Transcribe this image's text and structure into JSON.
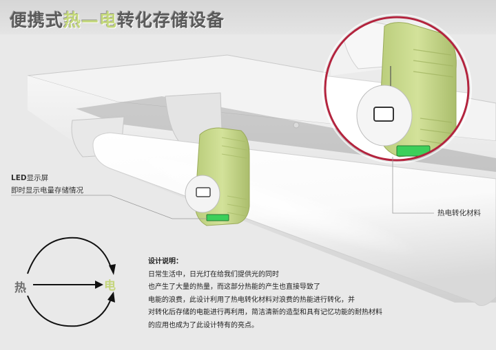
{
  "title": {
    "part1": "便携式",
    "highlight": "热—电",
    "part2": "转化存储设备",
    "highlight_color": "#c3d77a"
  },
  "led_label": {
    "bold": "LED",
    "line1_rest": "显示屏",
    "line2": "即时显示电量存储情况"
  },
  "material_label": "热电转化材料",
  "cycle": {
    "hot": "热",
    "elec": "电"
  },
  "description": {
    "title": "设计说明：",
    "lines": [
      "日常生活中，日光灯在给我们提供光的同时",
      "也产生了大量的热量，而这部分热能的产生也直接导致了",
      "电能的浪费，此设计利用了热电转化材料对浪费的热能进行转化，并",
      "对转化后存储的电能进行再利用，简洁清新的造型和具有记忆功能的耐热材料",
      "的应用也成为了此设计特有的亮点。"
    ]
  },
  "colors": {
    "device_green": "#c8d98c",
    "led_green": "#3ccf5a",
    "ring_red": "#b3243e"
  }
}
